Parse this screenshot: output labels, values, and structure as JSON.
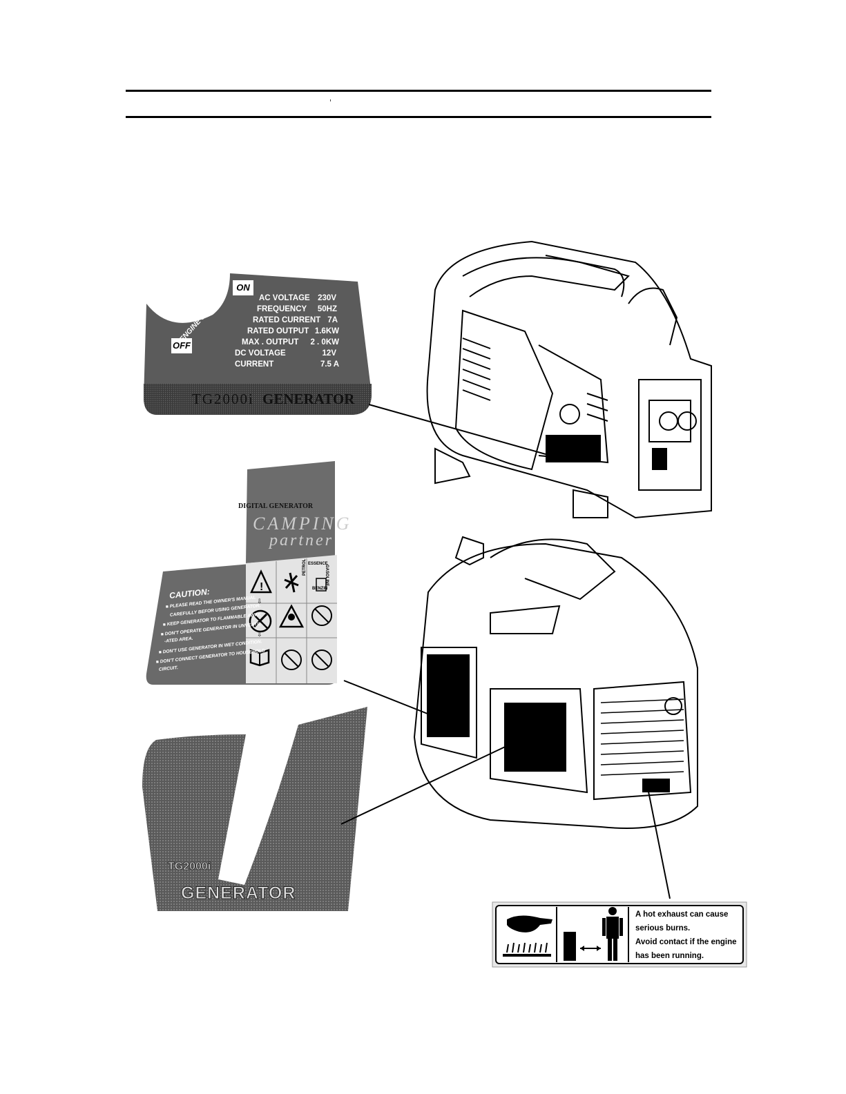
{
  "header": {
    "mark": "'"
  },
  "rating_plate": {
    "switch_on": "ON",
    "switch_off": "OFF",
    "switch_label": "ENGINE SWITCH",
    "specs": [
      {
        "label": "AC VOLTAGE",
        "value": "230V"
      },
      {
        "label": "FREQUENCY",
        "value": "50HZ"
      },
      {
        "label": "RATED CURRENT",
        "value": "7A"
      },
      {
        "label": "RATED OUTPUT",
        "value": "1.6KW"
      },
      {
        "label": "MAX . OUTPUT",
        "value": "2 . 0KW"
      },
      {
        "label": "DC VOLTAGE",
        "value": "12V"
      },
      {
        "label": "CURRENT",
        "value": "7.5 A"
      }
    ],
    "model": "TG2000i",
    "brand": "GENERATOR"
  },
  "caution_decal": {
    "top_label": "DIGITAL GENERATOR",
    "script_1": "CAMPING",
    "script_2": "partner",
    "title": "CAUTION:",
    "lines": [
      "■ PLEASE READ THE OWNER'S MANUAL",
      "CAREFULLY BEFOR USING GENERATOR.",
      "■ KEEP GENERATOR TO FLAMMABLE AWAY.",
      "■ DON'T OPERATE GENERATOR IN UNVENTIL",
      "-ATED AREA.",
      "■ DON'T USE GENERATOR IN WET CONDITION.",
      "■ DON'T CONNECT GENERATOR TO HOUSEHOLD",
      "CIRCUIT."
    ],
    "fuel_words": {
      "essence": "ESSENCE",
      "petrol": "PETROL",
      "gasoline": "GASOLINE",
      "benzin": "BENZIN"
    }
  },
  "side_decal": {
    "model": "TG2000i",
    "brand": "GENERATOR"
  },
  "exhaust_warning": {
    "lines": [
      "A hot  exhaust can cause",
      "serious burns.",
      "Avoid contact if the engine",
      "has been running."
    ]
  },
  "colors": {
    "plate": "#555555",
    "plate_dark": "#3a3a3a",
    "decal_gray": "#6a6a6a",
    "line": "#000000"
  }
}
